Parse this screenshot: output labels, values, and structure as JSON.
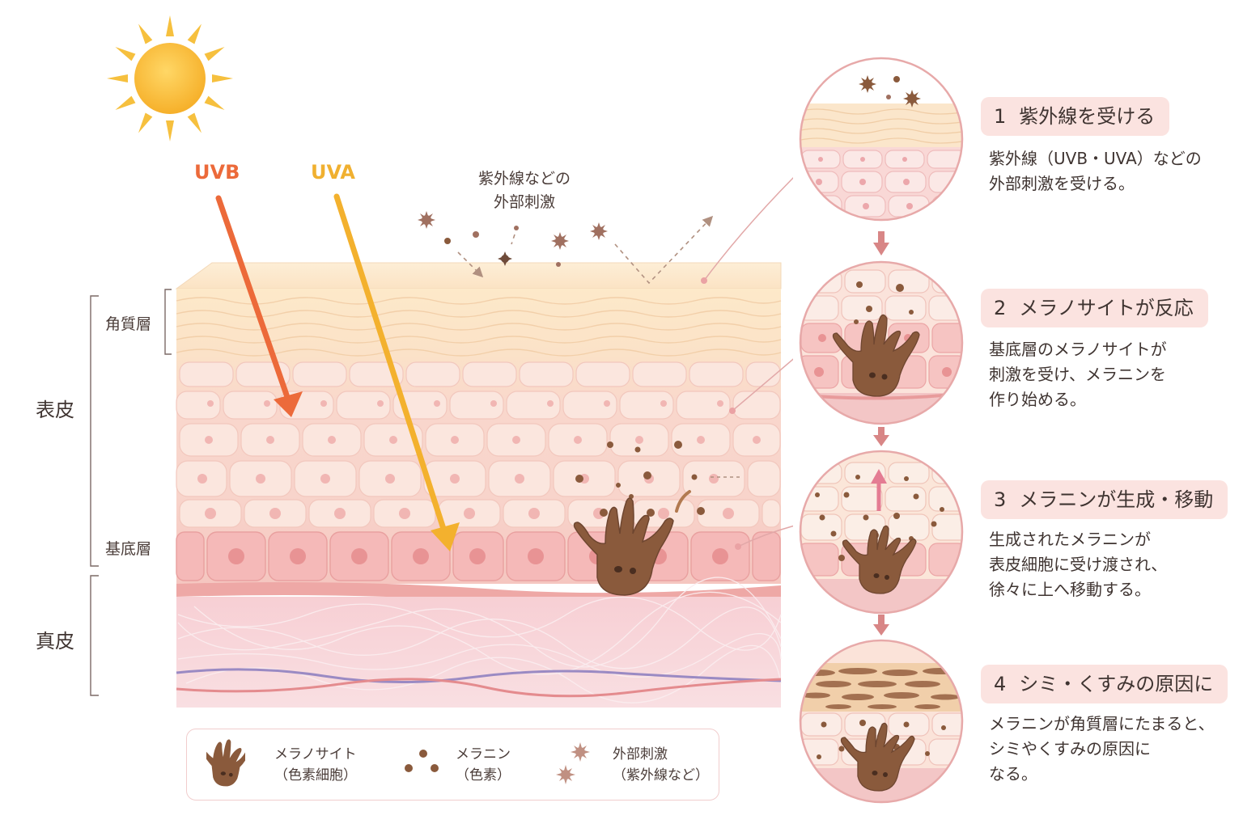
{
  "rays": {
    "uvb": "UVB",
    "uva": "UVA"
  },
  "stimulus_label": [
    "紫外線などの",
    "外部刺激"
  ],
  "layers": {
    "stratum_corneum": "角質層",
    "basal_layer": "基底層",
    "epidermis": "表皮",
    "dermis": "真皮"
  },
  "steps": [
    {
      "number": "1",
      "title": "紫外線を受ける",
      "desc": [
        "紫外線（UVB・UVA）などの",
        "外部刺激を受ける。"
      ]
    },
    {
      "number": "2",
      "title": "メラノサイトが反応",
      "desc": [
        "基底層のメラノサイトが",
        "刺激を受け、メラニンを",
        "作り始める。"
      ]
    },
    {
      "number": "3",
      "title": "メラニンが生成・移動",
      "desc": [
        "生成されたメラニンが",
        "表皮細胞に受け渡され、",
        "徐々に上へ移動する。"
      ]
    },
    {
      "number": "4",
      "title": "シミ・くすみの原因に",
      "desc": [
        "メラニンが角質層にたまると、",
        "シミやくすみの原因に",
        "なる。"
      ]
    }
  ],
  "legend": [
    {
      "icon": "melanocyte-icon",
      "lines": [
        "メラノサイト",
        "（色素細胞）"
      ]
    },
    {
      "icon": "melanin-icon",
      "lines": [
        "メラニン",
        "（色素）"
      ]
    },
    {
      "icon": "stimulus-icon",
      "lines": [
        "外部刺激",
        "（紫外線など）"
      ]
    }
  ],
  "colors": {
    "uvb": "#ec6a3a",
    "uva": "#f3b12e",
    "sun": "#f7b733",
    "melanocyte": "#8a5a3c",
    "step_badge": "#fbe3e0",
    "step_arrow": "#d88686"
  }
}
